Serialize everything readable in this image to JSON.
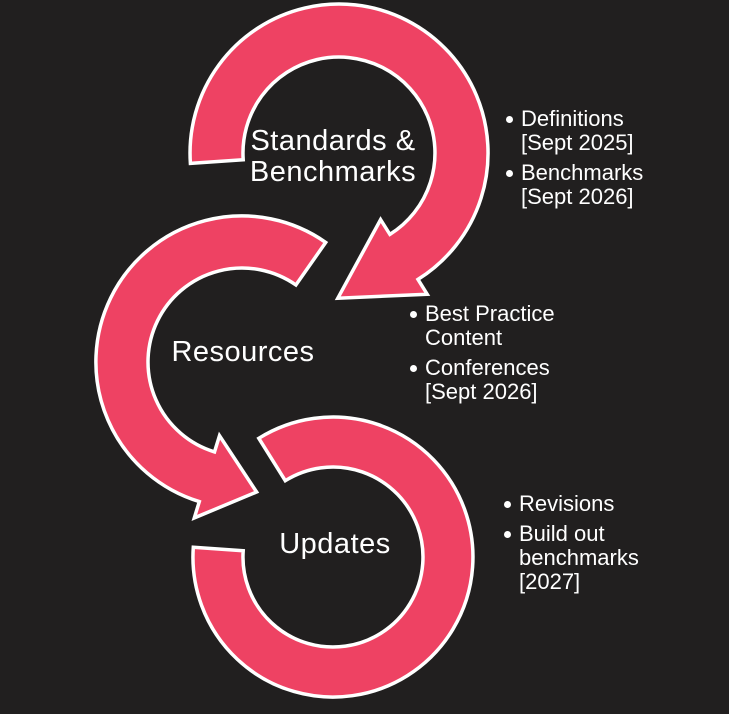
{
  "diagram": {
    "title": "three-step cycle flow",
    "colors": {
      "background": "#211F1F",
      "arrow_fill": "#EE4263",
      "arrow_outline": "#FFFFFF",
      "text": "#FFFFFF"
    },
    "icons": {
      "bullet": "dot",
      "step_shape": "circular-arrow"
    },
    "steps": [
      {
        "label_lines": [
          "Standards &",
          "Benchmarks"
        ],
        "items": [
          {
            "lines": [
              "Definitions",
              "[Sept 2025]"
            ]
          },
          {
            "lines": [
              "Benchmarks",
              "[Sept 2026]"
            ]
          }
        ]
      },
      {
        "label_lines": [
          "Resources"
        ],
        "items": [
          {
            "lines": [
              "Best Practice",
              "Content"
            ]
          },
          {
            "lines": [
              "Conferences",
              "[Sept 2026]"
            ]
          }
        ]
      },
      {
        "label_lines": [
          "Updates"
        ],
        "items": [
          {
            "lines": [
              "Revisions"
            ]
          },
          {
            "lines": [
              "Build out",
              "benchmarks",
              "[2027]"
            ]
          }
        ]
      }
    ]
  }
}
